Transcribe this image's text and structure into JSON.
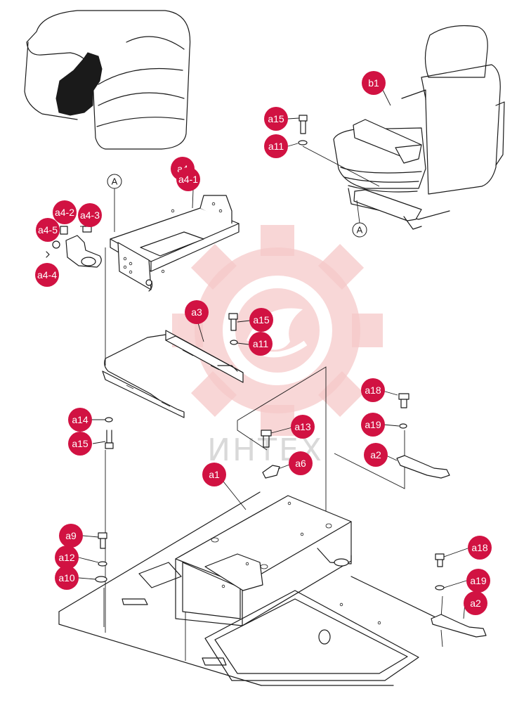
{
  "watermark": {
    "text": "ИНТЕХ",
    "gear_color": "#f6c9c9"
  },
  "colors": {
    "callout_fill": "#d11242",
    "callout_text": "#ffffff",
    "line": "#1a1a1a"
  },
  "reference_marks": [
    "A",
    "A"
  ],
  "callouts": [
    {
      "id": "b1",
      "label": "b1"
    },
    {
      "id": "a15-top",
      "label": "a15"
    },
    {
      "id": "a11-top",
      "label": "a11"
    },
    {
      "id": "a4",
      "label": "a4"
    },
    {
      "id": "a4-1",
      "label": "a4-1"
    },
    {
      "id": "a4-2",
      "label": "a4-2"
    },
    {
      "id": "a4-3",
      "label": "a4-3"
    },
    {
      "id": "a4-5",
      "label": "a4-5"
    },
    {
      "id": "a4-4",
      "label": "a4-4"
    },
    {
      "id": "a3",
      "label": "a3"
    },
    {
      "id": "a15-mid",
      "label": "a15"
    },
    {
      "id": "a11-mid",
      "label": "a11"
    },
    {
      "id": "a18-top",
      "label": "a18"
    },
    {
      "id": "a19-top",
      "label": "a19"
    },
    {
      "id": "a2-top",
      "label": "a2"
    },
    {
      "id": "a14",
      "label": "a14"
    },
    {
      "id": "a15-low",
      "label": "a15"
    },
    {
      "id": "a13",
      "label": "a13"
    },
    {
      "id": "a6",
      "label": "a6"
    },
    {
      "id": "a1",
      "label": "a1"
    },
    {
      "id": "a9",
      "label": "a9"
    },
    {
      "id": "a12",
      "label": "a12"
    },
    {
      "id": "a10",
      "label": "a10"
    },
    {
      "id": "a18-bot",
      "label": "a18"
    },
    {
      "id": "a19-bot",
      "label": "a19"
    },
    {
      "id": "a2-bot",
      "label": "a2"
    }
  ]
}
